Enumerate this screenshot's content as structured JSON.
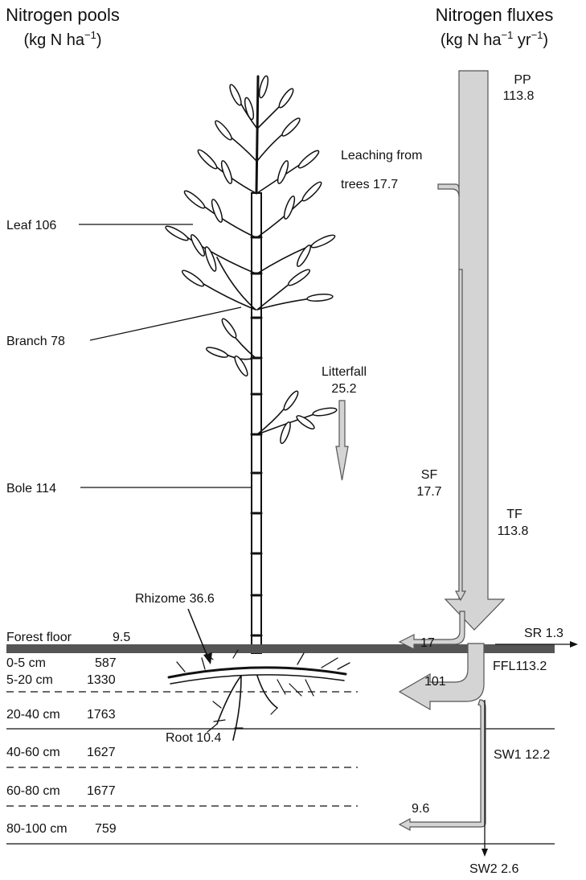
{
  "headers": {
    "pools_title": "Nitrogen pools",
    "pools_unit_base": "(kg N ha",
    "pools_unit_exp": "−1",
    "pools_unit_close": ")",
    "fluxes_title": "Nitrogen fluxes",
    "fluxes_unit_base": "(kg N ha",
    "fluxes_unit_exp1": "−1",
    "fluxes_unit_mid": " yr",
    "fluxes_unit_exp2": "−1",
    "fluxes_unit_close": ")"
  },
  "plant_pools": {
    "leaf": "Leaf  106",
    "branch": "Branch  78",
    "bole": "Bole  114",
    "rhizome": "Rhizome  36.6",
    "root": "Root  10.4"
  },
  "soil_pools": [
    {
      "depth": "Forest floor",
      "value": "9.5"
    },
    {
      "depth": "0-5 cm",
      "value": "587"
    },
    {
      "depth": "5-20 cm",
      "value": "1330"
    },
    {
      "depth": "20-40 cm",
      "value": "1763"
    },
    {
      "depth": "40-60 cm",
      "value": "1627"
    },
    {
      "depth": "60-80 cm",
      "value": "1677"
    },
    {
      "depth": "80-100 cm",
      "value": "759"
    }
  ],
  "fluxes": {
    "pp_label": "PP",
    "pp_value": "113.8",
    "leaching_line1": "Leaching from",
    "leaching_line2": "trees 17.7",
    "litterfall_label": "Litterfall",
    "litterfall_value": "25.2",
    "sf_label": "SF",
    "sf_value": "17.7",
    "tf_label": "TF",
    "tf_value": "113.8",
    "sr": "SR  1.3",
    "ffl": "FFL113.2",
    "uptake_forest_floor": "17",
    "uptake_topsoil": "101",
    "sw1": "SW1  12.2",
    "uptake_deep": "9.6",
    "sw2": "SW2  2.6"
  },
  "colors": {
    "flux_fill": "#d4d4d4",
    "flux_stroke": "#555555",
    "forest_floor_band": "#555555",
    "line": "#111111"
  }
}
